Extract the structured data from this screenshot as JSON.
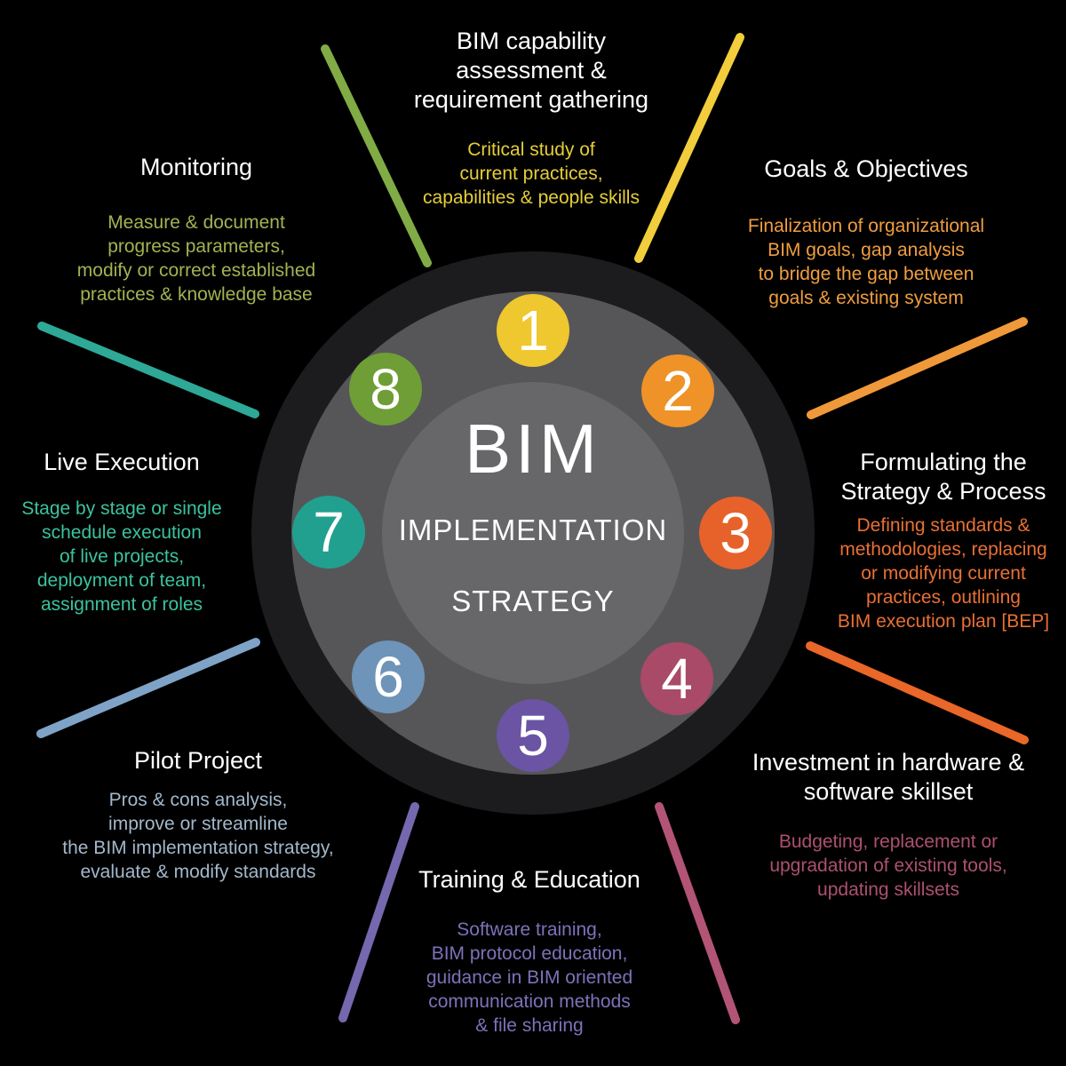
{
  "diagram_title": "BIM Implementation Strategy",
  "center": {
    "title": "BIM",
    "subtitle_line1": "IMPLEMENTATION",
    "subtitle_line2": "STRATEGY",
    "text_color": "#ffffff"
  },
  "palette": {
    "background": "#000000",
    "outer_ring": "#1c1c1e",
    "middle_ring": "#565659",
    "inner_circle": "#67676a",
    "step_number_text": "#ffffff",
    "section_title_text": "#ffffff"
  },
  "steps": [
    {
      "number": "1",
      "badge_color": "#efc72e",
      "title": "BIM capability\nassessment &\nrequirement gathering",
      "description": "Critical study of\ncurrent practices,\ncapabilities & people skills",
      "description_color": "#e5ce38"
    },
    {
      "number": "2",
      "badge_color": "#ef9227",
      "title": "Goals & Objectives",
      "description": "Finalization of organizational\nBIM goals, gap analysis\nto bridge the gap between\ngoals & existing system",
      "description_color": "#f09d40"
    },
    {
      "number": "3",
      "badge_color": "#e7622a",
      "title": "Formulating the\nStrategy & Process",
      "description": "Defining standards &\nmethodologies, replacing\nor modifying current\npractices, outlining\nBIM execution plan [BEP]",
      "description_color": "#ea7034"
    },
    {
      "number": "4",
      "badge_color": "#a94a68",
      "title": "Investment in hardware &\nsoftware skillset",
      "description": "Budgeting, replacement or\nupgradation of existing tools,\nupdating skillsets",
      "description_color": "#ac5070"
    },
    {
      "number": "5",
      "badge_color": "#6a54a3",
      "title": "Training & Education",
      "description": "Software training,\nBIM protocol education,\nguidance in BIM oriented\ncommunication methods\n& file sharing",
      "description_color": "#7c72b9"
    },
    {
      "number": "6",
      "badge_color": "#6e94b9",
      "title": "Pilot Project",
      "description": "Pros & cons analysis,\nimprove or streamline\nthe BIM implementation strategy,\nevaluate & modify standards",
      "description_color": "#a2b8cb"
    },
    {
      "number": "7",
      "badge_color": "#21a090",
      "title": "Live Execution",
      "description": "Stage by stage or single\nschedule execution\nof live projects,\ndeployment of team,\nassignment of roles",
      "description_color": "#3cc29e"
    },
    {
      "number": "8",
      "badge_color": "#6f9e37",
      "title": "Monitoring",
      "description": "Measure & document\nprogress parameters,\nmodify or correct established\npractices & knowledge base",
      "description_color": "#a3b253"
    }
  ],
  "dividers": [
    {
      "name": "between-monitoring-and-capability",
      "color": "#81ab45"
    },
    {
      "name": "between-capability-and-goals",
      "color": "#f2cd3c"
    },
    {
      "name": "between-goals-and-formulating",
      "color": "#f0993a"
    },
    {
      "name": "between-formulating-and-investment",
      "color": "#e96728"
    },
    {
      "name": "between-investment-and-training",
      "color": "#b25476"
    },
    {
      "name": "between-training-and-pilot",
      "color": "#7668ae"
    },
    {
      "name": "between-pilot-and-live-execution",
      "color": "#7fa3c6"
    },
    {
      "name": "between-live-execution-and-monitoring",
      "color": "#2ea897"
    }
  ]
}
